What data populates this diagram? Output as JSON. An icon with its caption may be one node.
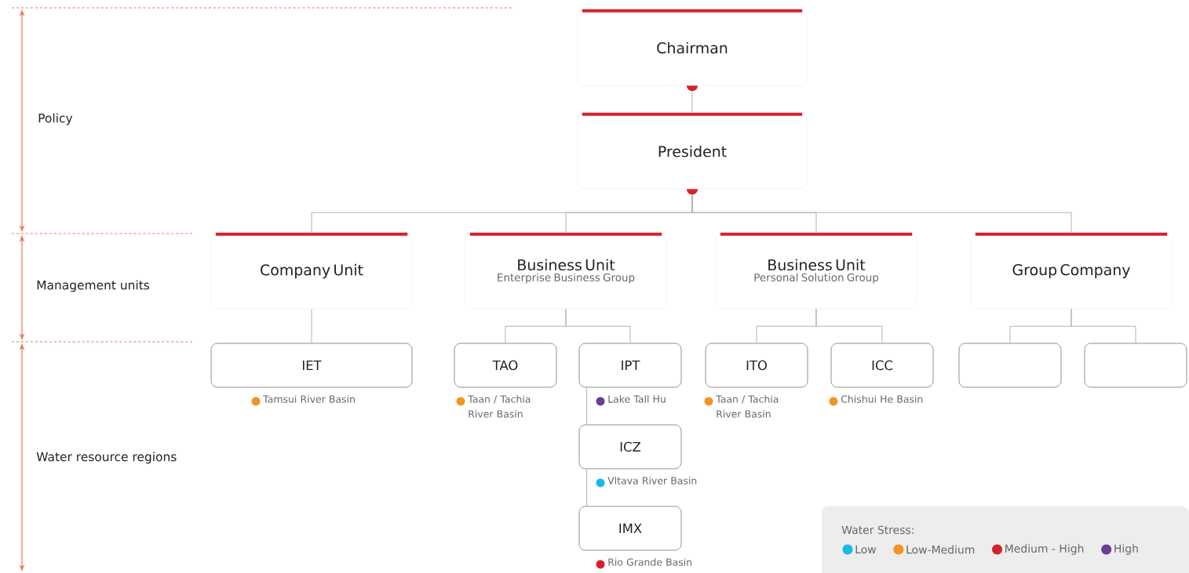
{
  "diagram": {
    "nodes": [
      {
        "text": [
          "Chairman"
        ]
      },
      {
        "text": [
          "President"
        ]
      },
      {
        "text": [
          "Company Unit"
        ]
      },
      {
        "text": [
          "Business Unit",
          "Enterprise Business Group"
        ]
      },
      {
        "text": [
          "Business Unit",
          "Personal Solution Group"
        ]
      },
      {
        "text": [
          "Group Company"
        ]
      },
      {
        "text": [
          "IET"
        ],
        "beside": [
          "Tamsui River Basin"
        ]
      },
      {
        "text": [
          "TAO"
        ],
        "beside": [
          "Taan / Tachia River Basin"
        ]
      },
      {
        "text": [
          "IPT"
        ],
        "beside": [
          "Lake Tall Hu"
        ]
      },
      {
        "text": [
          "ICZ"
        ],
        "beside": [
          "Vltava River Basin"
        ]
      },
      {
        "text": [
          "IMX"
        ],
        "beside": [
          "Rio Grande Basin"
        ]
      },
      {
        "text": [
          "ITO"
        ],
        "beside": [
          "Taan / Tachia River Basin"
        ]
      },
      {
        "text": [
          "ICC"
        ],
        "beside": [
          "Chishui He Basin"
        ]
      },
      {
        "text": [],
        "shape": "box"
      },
      {
        "text": [],
        "shape": "box"
      }
    ],
    "edges": [
      {
        "from": 0,
        "to": 1,
        "arrow": "none"
      },
      {
        "from": 1,
        "to": 2,
        "arrow": "none"
      },
      {
        "from": 1,
        "to": 3,
        "arrow": "none"
      },
      {
        "from": 1,
        "to": 4,
        "arrow": "none"
      },
      {
        "from": 1,
        "to": 5,
        "arrow": "none"
      },
      {
        "from": 2,
        "to": 6,
        "arrow": "none"
      },
      {
        "from": 3,
        "to": 7,
        "arrow": "none"
      },
      {
        "from": 3,
        "to": 8,
        "arrow": "none"
      },
      {
        "from": 8,
        "to": 9,
        "arrow": "none"
      },
      {
        "from": 9,
        "to": 10,
        "arrow": "none"
      },
      {
        "from": 4,
        "to": 11,
        "arrow": "none"
      },
      {
        "from": 4,
        "to": 12,
        "arrow": "none"
      },
      {
        "from": 5,
        "to": 13,
        "arrow": "none"
      },
      {
        "from": 5,
        "to": 14,
        "arrow": "none"
      }
    ],
    "labels": [
      "Policy",
      "Management units",
      "Water resource regions",
      "Water Stress:"
    ],
    "legend": [
      {
        "text": "Low",
        "color": "#1ab7ea"
      },
      {
        "text": "Low-Medium",
        "color": "#f39322"
      },
      {
        "text": "Medium - High",
        "color": "#d6212b"
      },
      {
        "text": "High",
        "color": "#6a3d9a"
      }
    ]
  }
}
